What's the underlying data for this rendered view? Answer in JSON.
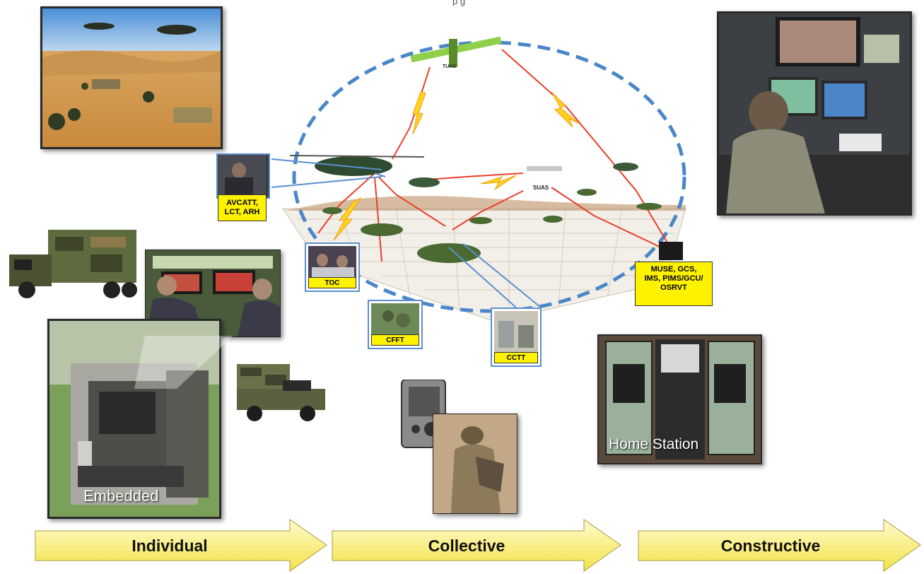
{
  "header": {
    "cut_text": "p    g"
  },
  "labels": {
    "avcatt": [
      "AVCATT,",
      "LCT, ARH"
    ],
    "toc": "TOC",
    "cfft": "CFFT",
    "cctt": "CCTT",
    "muse": [
      "MUSE, GCS,",
      "IMS, PIMS/GCU/",
      "OSRVT"
    ],
    "tuas": "TUAS",
    "suas": "SUAS"
  },
  "photo_captions": {
    "embedded": "Embedded",
    "home_station": "Home Station"
  },
  "arrows": [
    {
      "label": "Individual"
    },
    {
      "label": "Collective"
    },
    {
      "label": "Constructive"
    }
  ],
  "colors": {
    "label_yellow": "#fff200",
    "ellipse_blue": "#4a86c8",
    "link_red": "#e8402a",
    "arrow_fill_light": "#fffbd0",
    "arrow_fill_dark": "#f2e24a"
  }
}
